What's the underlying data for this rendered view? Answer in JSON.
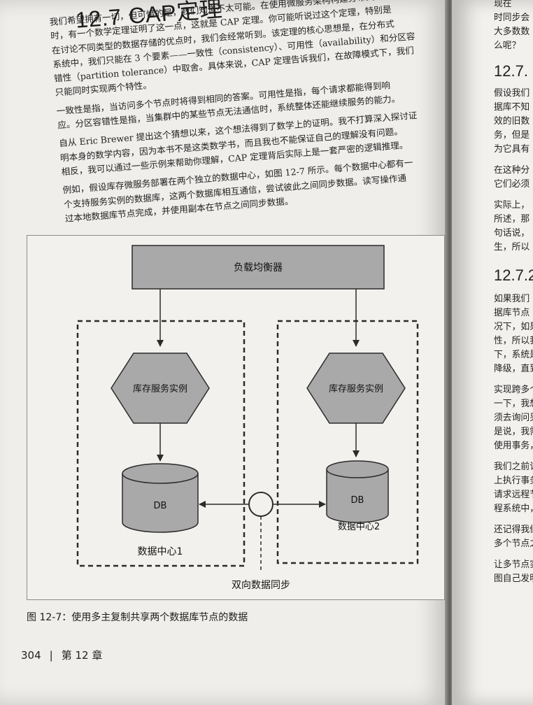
{
  "section": {
    "number": "12.7",
    "title": "CAP定理",
    "paragraphs": [
      [
        "我们希望拥有一切，但可惜的是，我们知道不太可能。在使用微服务架构构建分布式系统时，有一个数学定理证明了这一点，这就是 CAP 定理。你可能听说过这个定理，特别是在讨论不同类型的数据存储的优点时，我们会经常听到。该定理的核心思想是，在分布式系统中，我们只能在 3 个要素——一致性（consistency）、可用性（availability）和分区容错性（partition tolerance）中取舍。具体来说，CAP 定理告诉我们，在故障模式下，我们只能同时实现两个特性。"
      ],
      [
        "一致性是指，当访问多个节点时将得到相同的答案。可用性是指，每个请求都能得到响应。分区容错性是指，当集群中的某些节点无法通信时，系统整体还能继续服务的能力。"
      ],
      [
        "自从 Eric Brewer 提出这个猜想以来，这个想法得到了数学上的证明。我不打算深入探讨证明本身的数学内容，因为本书不是这类数学书，而且我也不能保证自己的理解没有问题。相反，我可以通过一些示例来帮助你理解，CAP 定理背后实际上是一套严密的逻辑推理。"
      ],
      [
        "例如，假设库存微服务部署在两个独立的数据中心，如图 12-7 所示。每个数据中心都有一个支持服务实例的数据库，这两个数据库相互通信，尝试彼此之间同步数据。读写操作通过本地数据库节点完成，并使用副本在节点之间同步数据。"
      ]
    ],
    "lines": [
      "我们希望拥有一切，但可惜的是，我们知道不太可能。在使用微服务架构构建分布式系统",
      "时，有一个数学定理证明了这一点，这就是 CAP 定理。你可能听说过这个定理，特别是",
      "在讨论不同类型的数据存储的优点时，我们会经常听到。该定理的核心思想是，在分布式",
      "系统中，我们只能在 3 个要素——一致性（consistency）、可用性（availability）和分区容",
      "错性（partition tolerance）中取舍。具体来说，CAP 定理告诉我们，在故障模式下，我们",
      "只能同时实现两个特性。",
      "一致性是指，当访问多个节点时将得到相同的答案。可用性是指，每个请求都能得到响",
      "应。分区容错性是指，当集群中的某些节点无法通信时，系统整体还能继续服务的能力。",
      "自从 Eric Brewer 提出这个猜想以来，这个想法得到了数学上的证明。我不打算深入探讨证",
      "明本身的数学内容，因为本书不是这类数学书，而且我也不能保证自己的理解没有问题。",
      "相反，我可以通过一些示例来帮助你理解，CAP 定理背后实际上是一套严密的逻辑推理。",
      "例如，假设库存微服务部署在两个独立的数据中心，如图 12-7 所示。每个数据中心都有一",
      "个支持服务实例的数据库，这两个数据库相互通信，尝试彼此之间同步数据。读写操作通",
      "过本地数据库节点完成，并使用副本在节点之间同步数据。"
    ]
  },
  "figure": {
    "load_balancer": "负载均衡器",
    "service_left": "库存服务实例",
    "service_right": "库存服务实例",
    "db_left": "DB",
    "db_right": "DB",
    "dc_left": "数据中心1",
    "dc_right": "数据中心2",
    "sync_label": "双向数据同步",
    "caption": "图 12-7：使用多主复制共享两个数据库节点的数据",
    "colors": {
      "shape_fill": "#a9a9a9",
      "stroke": "#2b2b2b",
      "box_bg": "#f2f1ee"
    }
  },
  "footer": {
    "page_number": "304",
    "separator": "|",
    "chapter": "第 12 章"
  },
  "right_page": {
    "lines_top": [
      "现在",
      "时同步会",
      "大多数数",
      "么呢？"
    ],
    "heading_1": "12.7.",
    "lines_mid": [
      "假设我们",
      "据库不知",
      "效的旧数",
      "务，但是",
      "为它具有",
      "在这种分",
      "它们必须",
      "实际上，",
      "所述，那",
      "句话说，",
      "生，所以"
    ],
    "heading_2": "12.7.2",
    "lines_bottom": [
      "如果我们",
      "据库节点",
      "况下，如果",
      "性，所以我",
      "下，系统是",
      "降级，直到",
      "实现跨多个",
      "一下，我想",
      "须去询问另",
      "是说，我需",
      "使用事务，",
      "我们之前讨",
      "上执行事务",
      "请求远程节",
      "程系统中，",
      "还记得我们",
      "多个节点之",
      "让多节点实",
      "图自己发明"
    ]
  }
}
